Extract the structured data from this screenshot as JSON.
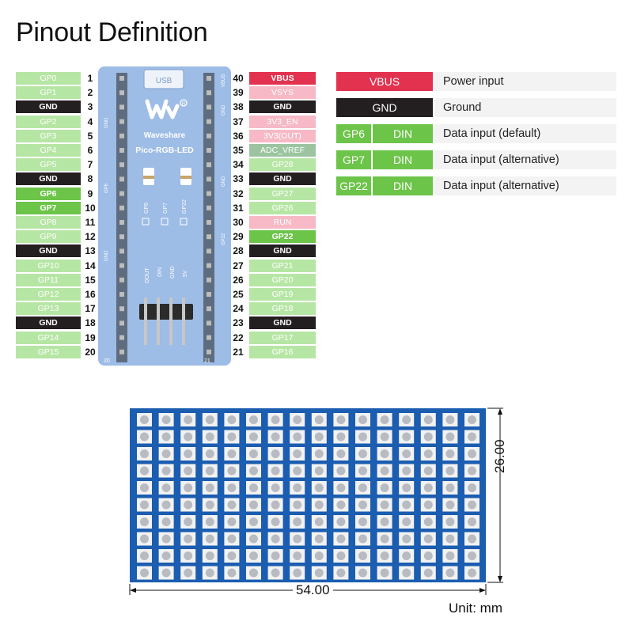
{
  "title": "Pinout Definition",
  "board": {
    "usb_label": "USB",
    "brand": "Waveshare",
    "model": "Pico-RGB-LED",
    "header_labels": [
      "DOUT",
      "DIN",
      "GND",
      "5V"
    ],
    "jumper_labels": [
      "GP6",
      "GP7",
      "GP22"
    ],
    "edge_labels": [
      "GND",
      "GP6",
      "GND",
      "VBUS",
      "GND",
      "GND",
      "GP22"
    ],
    "corner_numbers": [
      "20",
      "21"
    ]
  },
  "pins_left": [
    {
      "num": "1",
      "name": "GP0",
      "type": "gp"
    },
    {
      "num": "2",
      "name": "GP1",
      "type": "gp"
    },
    {
      "num": "3",
      "name": "GND",
      "type": "gnd"
    },
    {
      "num": "4",
      "name": "GP2",
      "type": "gp"
    },
    {
      "num": "5",
      "name": "GP3",
      "type": "gp"
    },
    {
      "num": "6",
      "name": "GP4",
      "type": "gp"
    },
    {
      "num": "7",
      "name": "GP5",
      "type": "gp"
    },
    {
      "num": "8",
      "name": "GND",
      "type": "gnd"
    },
    {
      "num": "9",
      "name": "GP6",
      "type": "gpact"
    },
    {
      "num": "10",
      "name": "GP7",
      "type": "gpact"
    },
    {
      "num": "11",
      "name": "GP8",
      "type": "gp"
    },
    {
      "num": "12",
      "name": "GP9",
      "type": "gp"
    },
    {
      "num": "13",
      "name": "GND",
      "type": "gnd"
    },
    {
      "num": "14",
      "name": "GP10",
      "type": "gp"
    },
    {
      "num": "15",
      "name": "GP11",
      "type": "gp"
    },
    {
      "num": "16",
      "name": "GP12",
      "type": "gp"
    },
    {
      "num": "17",
      "name": "GP13",
      "type": "gp"
    },
    {
      "num": "18",
      "name": "GND",
      "type": "gnd"
    },
    {
      "num": "19",
      "name": "GP14",
      "type": "gp"
    },
    {
      "num": "20",
      "name": "GP15",
      "type": "gp"
    }
  ],
  "pins_right": [
    {
      "num": "40",
      "name": "VBUS",
      "type": "pwr"
    },
    {
      "num": "39",
      "name": "VSYS",
      "type": "pwrl"
    },
    {
      "num": "38",
      "name": "GND",
      "type": "gnd"
    },
    {
      "num": "37",
      "name": "3V3_EN",
      "type": "pwrl"
    },
    {
      "num": "36",
      "name": "3V3(OUT)",
      "type": "pwrl"
    },
    {
      "num": "35",
      "name": "ADC_VREF",
      "type": "adc"
    },
    {
      "num": "34",
      "name": "GP28",
      "type": "gp"
    },
    {
      "num": "33",
      "name": "GND",
      "type": "gnd"
    },
    {
      "num": "32",
      "name": "GP27",
      "type": "gp"
    },
    {
      "num": "31",
      "name": "GP26",
      "type": "gp"
    },
    {
      "num": "30",
      "name": "RUN",
      "type": "pwrl"
    },
    {
      "num": "29",
      "name": "GP22",
      "type": "gpact"
    },
    {
      "num": "28",
      "name": "GND",
      "type": "gnd"
    },
    {
      "num": "27",
      "name": "GP21",
      "type": "gp"
    },
    {
      "num": "26",
      "name": "GP20",
      "type": "gp"
    },
    {
      "num": "25",
      "name": "GP19",
      "type": "gp"
    },
    {
      "num": "24",
      "name": "GP18",
      "type": "gp"
    },
    {
      "num": "23",
      "name": "GND",
      "type": "gnd"
    },
    {
      "num": "22",
      "name": "GP17",
      "type": "gp"
    },
    {
      "num": "21",
      "name": "GP16",
      "type": "gp"
    }
  ],
  "legend": [
    {
      "key": "VBUS",
      "sub": "",
      "type": "pwr",
      "desc": "Power input"
    },
    {
      "key": "GND",
      "sub": "",
      "type": "gnd",
      "desc": "Ground"
    },
    {
      "key": "GP6",
      "sub": "DIN",
      "type": "gpact",
      "desc": "Data input (default)"
    },
    {
      "key": "GP7",
      "sub": "DIN",
      "type": "gpact",
      "desc": "Data input (alternative)"
    },
    {
      "key": "GP22",
      "sub": "DIN",
      "type": "gpact",
      "desc": "Data input (alternative)"
    }
  ],
  "led_matrix": {
    "rows": 10,
    "cols": 16
  },
  "dimensions": {
    "width": "54.00",
    "height": "26.00",
    "unit": "Unit: mm"
  },
  "colors": {
    "gp": "#b6e6a4",
    "gnd": "#231f20",
    "gpact": "#6cc449",
    "pwr": "#e3324f",
    "pwrl": "#f6b9c5",
    "adc": "#9cc4a0",
    "pcb": "#1f5fb0",
    "board_light": "#9dbce6"
  }
}
